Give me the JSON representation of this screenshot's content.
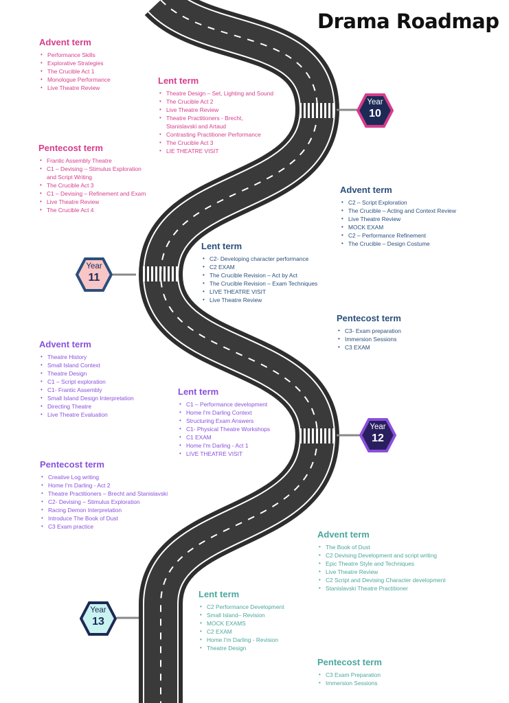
{
  "title": "Drama Roadmap",
  "colors": {
    "year10": "#d63c8b",
    "year11": "#2a4f7c",
    "year12": "#8a4fdc",
    "year13": "#4aa79d",
    "road": "#3a3a3a"
  },
  "years": [
    {
      "label": "Year",
      "number": "10"
    },
    {
      "label": "Year",
      "number": "11"
    },
    {
      "label": "Year",
      "number": "12"
    },
    {
      "label": "Year",
      "number": "13"
    }
  ],
  "terms": [
    {
      "heading": "Advent term",
      "items": [
        "Performance Skills",
        "Explorative Strategies",
        "The Crucible Act 1",
        "Monologue Performance",
        "Live Theatre Review"
      ]
    },
    {
      "heading": "Lent term",
      "items": [
        "Theatre Design – Set, Lighting and Sound",
        "The Crucible Act 2",
        "Live Theatre Review",
        "Theatre Practitioners - Brecht,",
        "Stanislavski and Artaud",
        "Contrasting Practitioner Performance",
        "The Crucible Act 3",
        "LIE THEATRE VISIT"
      ]
    },
    {
      "heading": "Pentecost term",
      "items": [
        "Frantic Assembly Theatre",
        "C1 – Devising – Stimulus Exploration",
        "and Script Writing",
        "The Crucible Act 3",
        "C1 – Devising – Refinement and Exam",
        "Live Theatre Review",
        "The Crucible Act 4"
      ]
    },
    {
      "heading": "Advent term",
      "items": [
        "C2 – Script Exploration",
        "The Crucible – Acting and Context Review",
        "Live Theatre Review",
        "MOCK EXAM",
        "C2 – Performance Refinement",
        "The Crucible – Design Costume"
      ]
    },
    {
      "heading": "Lent term",
      "items": [
        "C2- Developing character performance",
        "C2 EXAM",
        "The Crucible Revision – Act by Act",
        "The Crucible Revision – Exam Techniques",
        "LIVE THEATRE VISIT",
        "Live Theatre Review"
      ]
    },
    {
      "heading": "Pentecost term",
      "items": [
        "C3- Exam preparation",
        "Immersion Sessions",
        "C3 EXAM"
      ]
    },
    {
      "heading": "Advent term",
      "items": [
        "Theatre History",
        "Small Island Context",
        "Theatre Design",
        "C1 – Script exploration",
        "C1- Frantic Assembly",
        "Small Island Design Interpretation",
        "Directing Theatre",
        "Live Theatre Evaluation"
      ]
    },
    {
      "heading": "Lent term",
      "items": [
        "C1 – Performance development",
        "Home I'm Darling Context",
        "Structuring Exam Answers",
        "C1- Physical Theatre Workshops",
        "C1 EXAM",
        "Home I'm Darling - Act 1",
        "LIVE THEATRE VISIT"
      ]
    },
    {
      "heading": "Pentecost term",
      "items": [
        "Creative Log writing",
        "Home I'm Darling - Act 2",
        "Theatre Practitioners – Brecht and Stanislavski",
        "C2- Devising – Stimulus Exploration",
        "Racing Demon Interpretation",
        "Introduce The Book of Dust",
        "C3 Exam practice"
      ]
    },
    {
      "heading": "Advent term",
      "items": [
        "The Book of Dust",
        "C2 Devising Development and script writing",
        "Epic Theatre Style and Techniques",
        "Live Theatre Review",
        "C2 Script and Devising Character development",
        "Stanislavski Theatre Practitioner"
      ]
    },
    {
      "heading": "Lent term",
      "items": [
        "C2 Performance Development",
        "Small Island– Revision",
        "MOCK EXAMS",
        "C2 EXAM",
        "Home I'm Darling - Revision",
        "Theatre Design"
      ]
    },
    {
      "heading": "Pentecost term",
      "items": [
        "C3 Exam Preparation",
        "Immersion Sessions"
      ]
    }
  ]
}
